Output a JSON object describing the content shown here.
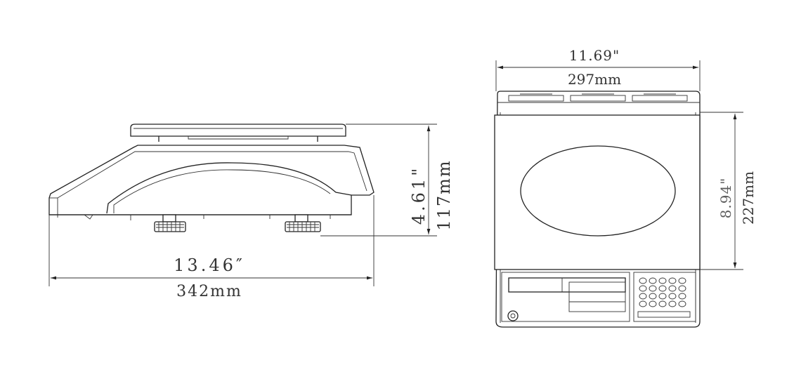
{
  "side_view": {
    "width_in": "13.46″",
    "width_mm": "342mm",
    "height_in": "4.61\"",
    "height_mm": "117mm"
  },
  "top_view": {
    "width_in": "11.69\"",
    "width_mm": "297mm",
    "depth_in": "8.94\"",
    "depth_mm": "227mm"
  }
}
